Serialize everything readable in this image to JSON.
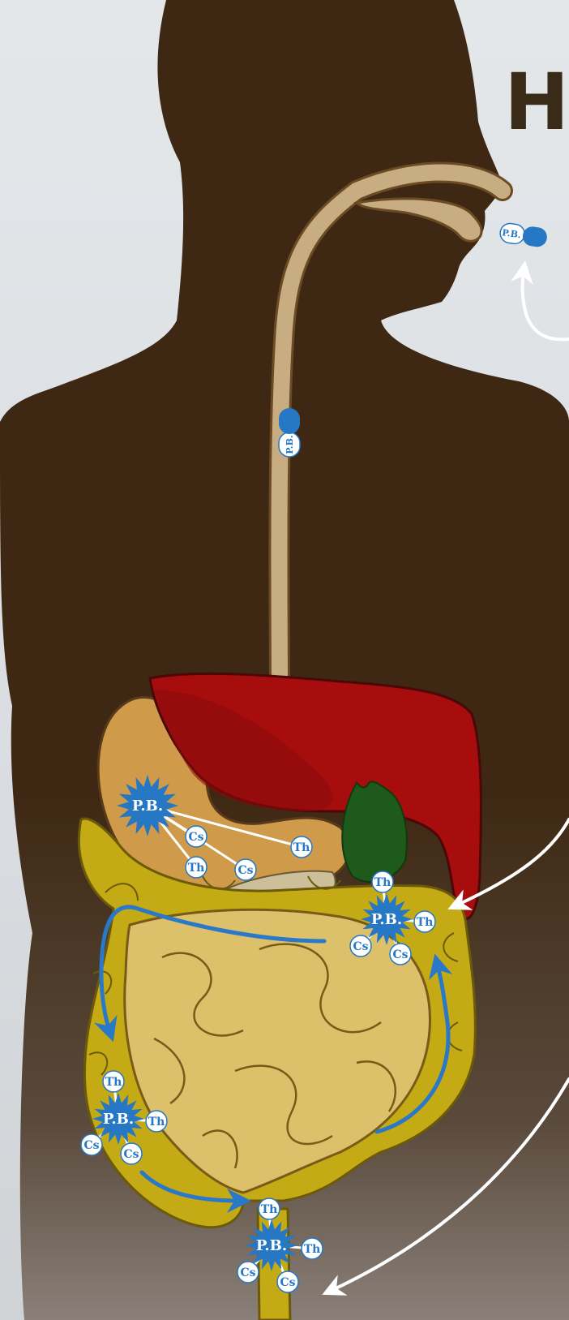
{
  "heading": "HO",
  "colors": {
    "silhouette": "#3e2813",
    "background": "#dde0e3",
    "esophagus": "#c8ad82",
    "stomach": "#cf9a4a",
    "liver": "#a70d0d",
    "gallbladder": "#1e5a1c",
    "large_intestine": "#c4aa14",
    "small_intestine": "#dcc06a",
    "pill_blue": "#2677c4",
    "arrow_white": "#ffffff",
    "arrow_blue": "#2a78c8"
  },
  "pills": [
    {
      "label": "P.B.",
      "location": "mouth"
    },
    {
      "label": "P.B.",
      "location": "esophagus"
    }
  ],
  "bursts": [
    {
      "id": "stomach",
      "center_label": "P.B.",
      "tags": [
        "Cs",
        "Th",
        "Cs",
        "Th"
      ]
    },
    {
      "id": "duodenum",
      "center_label": "P.B.",
      "tags": [
        "Th",
        "Th",
        "Cs",
        "Cs"
      ]
    },
    {
      "id": "descending-colon",
      "center_label": "P.B.",
      "tags": [
        "Th",
        "Th",
        "Cs",
        "Cs"
      ]
    },
    {
      "id": "rectum",
      "center_label": "P.B.",
      "tags": [
        "Th",
        "Th",
        "Cs",
        "Cs"
      ]
    }
  ]
}
